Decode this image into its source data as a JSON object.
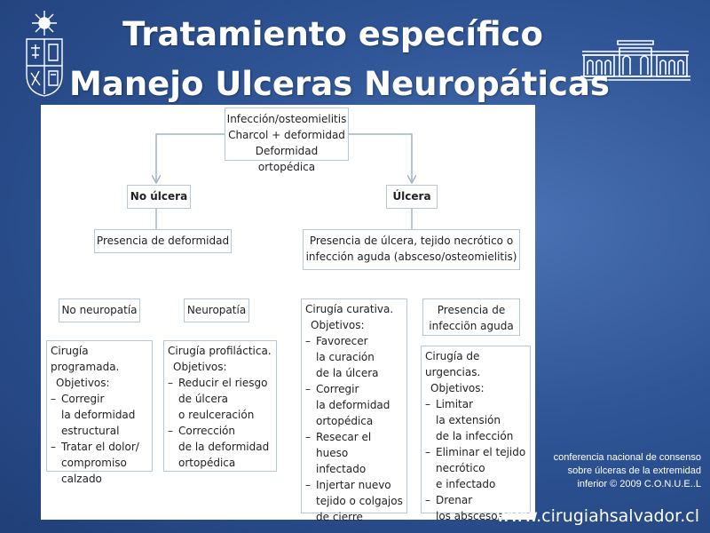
{
  "title": {
    "line1": "Tratamiento específico",
    "line2": "Manejo Ulceras Neuropáticas"
  },
  "diagram": {
    "top": "Infección/osteomielitis\nCharcol + deformidad\nDeformidad ortopédica",
    "no_ulcera": "No úlcera",
    "ulcera": "Úlcera",
    "presencia_deformidad": "Presencia de deformidad",
    "presencia_ulcera": "Presencia de úlcera, tejido necrótico o\ninfección aguda (absceso/osteomielitis)",
    "no_neuropatia": "No neuropatía",
    "neuropatia": "Neuropatía",
    "presencia_infeccion": "Presencia de\ninfecciõn aguda",
    "cirugia_programada": {
      "title": "Cirugía programada.",
      "objetivos": "Objetivos:",
      "items": [
        "Corregir\nla deformidad\nestructural",
        "Tratar el dolor/\ncompromiso\ncalzado"
      ]
    },
    "cirugia_profilactica": {
      "title": "Cirugía profiláctica.",
      "objetivos": "Objetivos:",
      "items": [
        "Reducir el riesgo\nde úlcera\no reulceración",
        "Corrección\nde la deformidad\nortopédica"
      ]
    },
    "cirugia_curativa": {
      "title": "Cirugía curativa.",
      "objetivos": "Objetivos:",
      "items": [
        "Favorecer\nla curación\nde la úlcera",
        "Corregir\nla deformidad\nortopédica",
        "Resecar el hueso\ninfectado",
        "Injertar nuevo\ntejido o colgajos\nde cierre"
      ]
    },
    "cirugia_urgencias": {
      "title": "Cirugía de urgencias.",
      "objetivos": "Objetivos:",
      "items": [
        "Limitar\nla extensión\nde la infección",
        "Eliminar el tejido\nnecrótico\ne infectado",
        "Drenar\nlos abscesos"
      ]
    }
  },
  "footer": {
    "conference": "conferencia nacional de consenso\nsobre úlceras de la extremidad\ninferior   © 2009 C.O.N.U.E..L",
    "website": "www.cirugiahsalvador.cl"
  },
  "colors": {
    "background": "#2f5596",
    "box_border": "#b5c7da",
    "arrow": "#9fb4ca"
  }
}
